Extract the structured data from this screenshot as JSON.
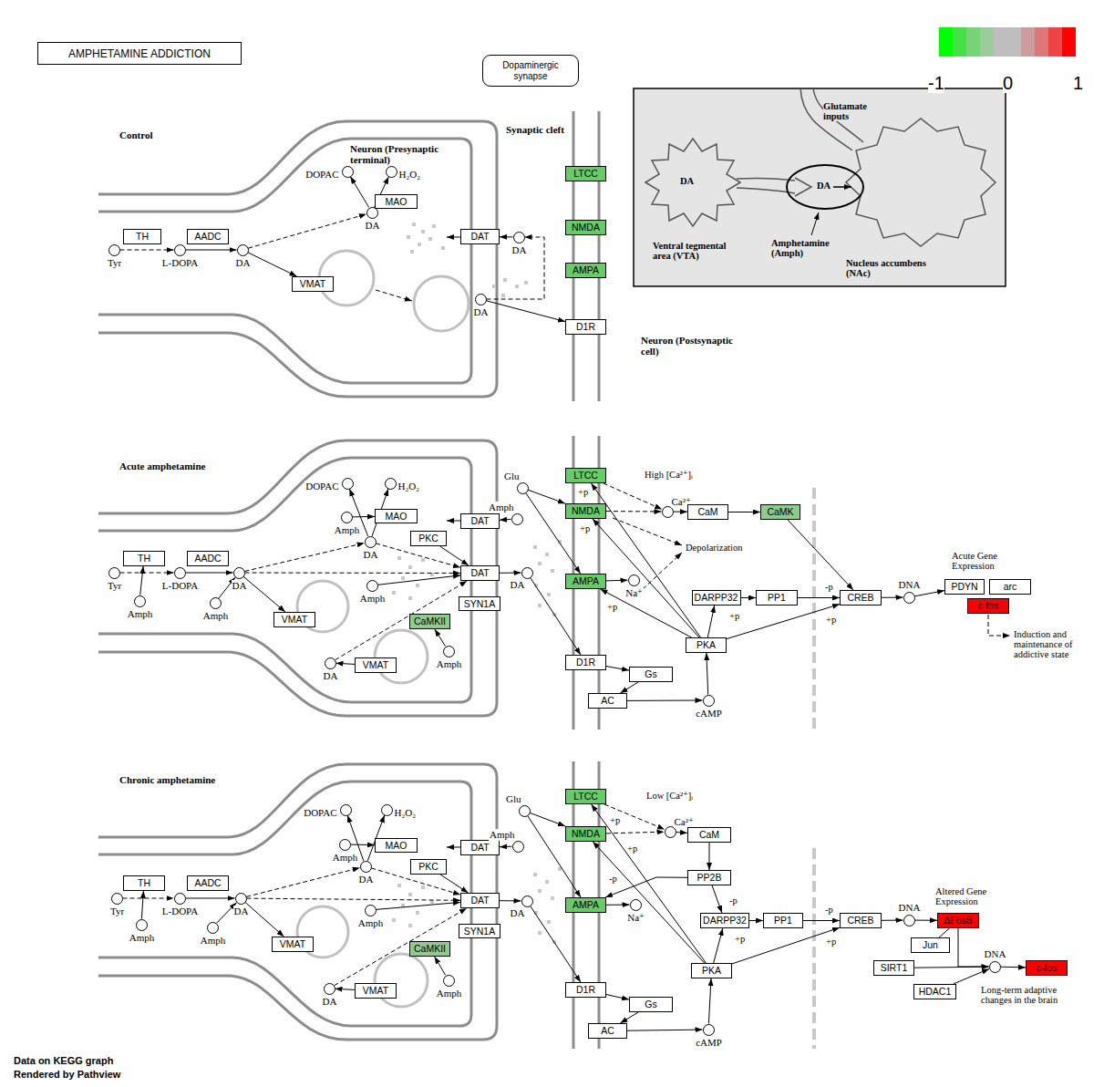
{
  "diagram": {
    "title": "AMPHETAMINE ADDICTION",
    "nodes": [
      {
        "text": [
          "Dopaminergic synapse"
        ]
      },
      {
        "text": [
          "Tyr"
        ]
      },
      {
        "text": [
          "L-DOPA"
        ]
      },
      {
        "text": [
          "DA"
        ]
      },
      {
        "text": [
          "TH"
        ]
      },
      {
        "text": [
          "AADC"
        ]
      },
      {
        "text": [
          "DOPAC"
        ]
      },
      {
        "text": [
          "H₂O₂"
        ]
      },
      {
        "text": [
          "MAO"
        ]
      },
      {
        "text": [
          "DA"
        ]
      },
      {
        "text": [
          "VMAT"
        ]
      },
      {
        "text": [
          "DAT"
        ]
      },
      {
        "text": [
          "DA"
        ]
      },
      {
        "text": [
          "DA"
        ]
      },
      {
        "text": [
          "LTCC"
        ]
      },
      {
        "text": [
          "NMDA"
        ]
      },
      {
        "text": [
          "AMPA"
        ]
      },
      {
        "text": [
          "D1R"
        ]
      },
      {
        "text": [
          "TH"
        ]
      },
      {
        "text": [
          "AADC"
        ]
      },
      {
        "text": [
          "Tyr"
        ]
      },
      {
        "text": [
          "L-DOPA"
        ]
      },
      {
        "text": [
          "DA"
        ]
      },
      {
        "text": [
          "Amph"
        ]
      },
      {
        "text": [
          "Amph"
        ]
      },
      {
        "text": [
          "DOPAC"
        ]
      },
      {
        "text": [
          "H₂O₂"
        ]
      },
      {
        "text": [
          "Amph"
        ]
      },
      {
        "text": [
          "MAO"
        ]
      },
      {
        "text": [
          "DA"
        ]
      },
      {
        "text": [
          "PKC"
        ]
      },
      {
        "text": [
          "DAT"
        ]
      },
      {
        "text": [
          "Amph"
        ]
      },
      {
        "text": [
          "DAT"
        ]
      },
      {
        "text": [
          "DA"
        ]
      },
      {
        "text": [
          "SYN1A"
        ]
      },
      {
        "text": [
          "CaMKII"
        ]
      },
      {
        "text": [
          "Amph"
        ]
      },
      {
        "text": [
          "Amph"
        ]
      },
      {
        "text": [
          "VMAT"
        ]
      },
      {
        "text": [
          "VMAT"
        ]
      },
      {
        "text": [
          "DA"
        ]
      },
      {
        "text": [
          "Glu"
        ]
      },
      {
        "text": [
          "LTCC"
        ]
      },
      {
        "text": [
          "NMDA"
        ]
      },
      {
        "text": [
          "AMPA"
        ]
      },
      {
        "text": [
          "D1R"
        ]
      },
      {
        "text": [
          "Ca²⁺"
        ]
      },
      {
        "text": [
          "CaM"
        ]
      },
      {
        "text": [
          "CaMK"
        ]
      },
      {
        "text": [
          "Na⁺"
        ]
      },
      {
        "text": [
          "DARPP32"
        ]
      },
      {
        "text": [
          "PP1"
        ]
      },
      {
        "text": [
          "PKA"
        ]
      },
      {
        "text": [
          "Gs"
        ]
      },
      {
        "text": [
          "AC"
        ]
      },
      {
        "text": [
          "cAMP"
        ]
      },
      {
        "text": [
          "CREB"
        ]
      },
      {
        "text": [
          "DNA"
        ]
      },
      {
        "text": [
          "PDYN"
        ]
      },
      {
        "text": [
          "arc"
        ]
      },
      {
        "text": [
          "c-fos"
        ]
      },
      {
        "text": [
          "TH"
        ]
      },
      {
        "text": [
          "AADC"
        ]
      },
      {
        "text": [
          "Tyr"
        ]
      },
      {
        "text": [
          "L-DOPA"
        ]
      },
      {
        "text": [
          "DA"
        ]
      },
      {
        "text": [
          "Amph"
        ]
      },
      {
        "text": [
          "Amph"
        ]
      },
      {
        "text": [
          "DOPAC"
        ]
      },
      {
        "text": [
          "H₂O₂"
        ]
      },
      {
        "text": [
          "Amph"
        ]
      },
      {
        "text": [
          "MAO"
        ]
      },
      {
        "text": [
          "DA"
        ]
      },
      {
        "text": [
          "PKC"
        ]
      },
      {
        "text": [
          "DAT"
        ]
      },
      {
        "text": [
          "Amph"
        ]
      },
      {
        "text": [
          "DAT"
        ]
      },
      {
        "text": [
          "DA"
        ]
      },
      {
        "text": [
          "SYN1A"
        ]
      },
      {
        "text": [
          "CaMKII"
        ]
      },
      {
        "text": [
          "Amph"
        ]
      },
      {
        "text": [
          "Amph"
        ]
      },
      {
        "text": [
          "VMAT"
        ]
      },
      {
        "text": [
          "VMAT"
        ]
      },
      {
        "text": [
          "DA"
        ]
      },
      {
        "text": [
          "Glu"
        ]
      },
      {
        "text": [
          "LTCC"
        ]
      },
      {
        "text": [
          "NMDA"
        ]
      },
      {
        "text": [
          "AMPA"
        ]
      },
      {
        "text": [
          "D1R"
        ]
      },
      {
        "text": [
          "Ca²⁺"
        ]
      },
      {
        "text": [
          "CaM"
        ]
      },
      {
        "text": [
          "PP2B"
        ]
      },
      {
        "text": [
          "Na⁺"
        ]
      },
      {
        "text": [
          "DARPP32"
        ]
      },
      {
        "text": [
          "PP1"
        ]
      },
      {
        "text": [
          "PKA"
        ]
      },
      {
        "text": [
          "Gs"
        ]
      },
      {
        "text": [
          "AC"
        ]
      },
      {
        "text": [
          "cAMP"
        ]
      },
      {
        "text": [
          "CREB"
        ]
      },
      {
        "text": [
          "DNA"
        ]
      },
      {
        "text": [
          "ΔFosB"
        ]
      },
      {
        "text": [
          "Jun"
        ]
      },
      {
        "text": [
          "SIRT1"
        ]
      },
      {
        "text": [
          "HDAC1"
        ]
      },
      {
        "text": [
          "DNA"
        ]
      },
      {
        "text": [
          "c-fos"
        ]
      }
    ],
    "edges": [
      {
        "from": 1,
        "to": 2,
        "arrow": "to"
      },
      {
        "from": 2,
        "to": 3,
        "arrow": "to"
      },
      {
        "from": 3,
        "to": 9,
        "arrow": "to"
      },
      {
        "from": 3,
        "to": 10,
        "arrow": "to"
      },
      {
        "from": 9,
        "to": 6,
        "arrow": "to"
      },
      {
        "from": 9,
        "to": 7,
        "arrow": "to"
      },
      {
        "from": 12,
        "to": 11,
        "arrow": "to"
      },
      {
        "from": 13,
        "to": 12,
        "arrow": "to"
      },
      {
        "from": 13,
        "to": 17,
        "arrow": "to"
      },
      {
        "from": 20,
        "to": 21,
        "arrow": "to"
      },
      {
        "from": 21,
        "to": 22,
        "arrow": "to"
      },
      {
        "from": 23,
        "to": 18,
        "arrow": "to"
      },
      {
        "from": 24,
        "to": 22,
        "arrow": "to"
      },
      {
        "from": 22,
        "to": 29,
        "arrow": "to"
      },
      {
        "from": 22,
        "to": 39,
        "arrow": "to"
      },
      {
        "from": 22,
        "to": 33,
        "arrow": "to"
      },
      {
        "from": 29,
        "to": 25,
        "arrow": "to"
      },
      {
        "from": 29,
        "to": 26,
        "arrow": "to"
      },
      {
        "from": 27,
        "to": 28,
        "arrow": "to"
      },
      {
        "from": 29,
        "to": 33,
        "arrow": "to"
      },
      {
        "from": 30,
        "to": 33,
        "arrow": "to"
      },
      {
        "from": 37,
        "to": 33,
        "arrow": "to"
      },
      {
        "from": 38,
        "to": 36,
        "arrow": "to"
      },
      {
        "from": 40,
        "to": 41,
        "arrow": "to"
      },
      {
        "from": 41,
        "to": 33,
        "arrow": "to"
      },
      {
        "from": 32,
        "to": 31,
        "arrow": "to"
      },
      {
        "from": 33,
        "to": 34,
        "arrow": "to"
      },
      {
        "from": 42,
        "to": 44,
        "arrow": "to"
      },
      {
        "from": 42,
        "to": 45,
        "arrow": "to"
      },
      {
        "from": 34,
        "to": 46,
        "arrow": "to"
      },
      {
        "from": 43,
        "to": 47,
        "arrow": "to"
      },
      {
        "from": 44,
        "to": 47,
        "arrow": "to"
      },
      {
        "from": 47,
        "to": 48,
        "arrow": "to"
      },
      {
        "from": 48,
        "to": 49,
        "arrow": "to"
      },
      {
        "from": 49,
        "to": 57,
        "arrow": "to"
      },
      {
        "from": 45,
        "to": 50,
        "arrow": "to"
      },
      {
        "from": 46,
        "to": 54,
        "arrow": "to"
      },
      {
        "from": 54,
        "to": 55,
        "arrow": "to"
      },
      {
        "from": 55,
        "to": 56,
        "arrow": "to"
      },
      {
        "from": 56,
        "to": 53,
        "arrow": "to"
      },
      {
        "from": 53,
        "to": 43,
        "arrow": "to"
      },
      {
        "from": 53,
        "to": 44,
        "arrow": "to"
      },
      {
        "from": 53,
        "to": 45,
        "arrow": "to"
      },
      {
        "from": 53,
        "to": 51,
        "arrow": "to"
      },
      {
        "from": 51,
        "to": 52,
        "arrow": "to"
      },
      {
        "from": 52,
        "to": 57,
        "arrow": "to"
      },
      {
        "from": 53,
        "to": 57,
        "arrow": "to"
      },
      {
        "from": 57,
        "to": 58,
        "arrow": "to"
      },
      {
        "from": 58,
        "to": 59,
        "arrow": "to"
      },
      {
        "from": 64,
        "to": 65,
        "arrow": "to"
      },
      {
        "from": 65,
        "to": 66,
        "arrow": "to"
      },
      {
        "from": 67,
        "to": 62,
        "arrow": "to"
      },
      {
        "from": 68,
        "to": 66,
        "arrow": "to"
      },
      {
        "from": 66,
        "to": 73,
        "arrow": "to"
      },
      {
        "from": 66,
        "to": 83,
        "arrow": "to"
      },
      {
        "from": 66,
        "to": 77,
        "arrow": "to"
      },
      {
        "from": 73,
        "to": 69,
        "arrow": "to"
      },
      {
        "from": 73,
        "to": 70,
        "arrow": "to"
      },
      {
        "from": 71,
        "to": 72,
        "arrow": "to"
      },
      {
        "from": 73,
        "to": 77,
        "arrow": "to"
      },
      {
        "from": 74,
        "to": 77,
        "arrow": "to"
      },
      {
        "from": 81,
        "to": 77,
        "arrow": "to"
      },
      {
        "from": 82,
        "to": 80,
        "arrow": "to"
      },
      {
        "from": 84,
        "to": 85,
        "arrow": "to"
      },
      {
        "from": 85,
        "to": 77,
        "arrow": "to"
      },
      {
        "from": 76,
        "to": 75,
        "arrow": "to"
      },
      {
        "from": 77,
        "to": 78,
        "arrow": "to"
      },
      {
        "from": 86,
        "to": 88,
        "arrow": "to"
      },
      {
        "from": 86,
        "to": 89,
        "arrow": "to"
      },
      {
        "from": 78,
        "to": 90,
        "arrow": "to"
      },
      {
        "from": 87,
        "to": 91,
        "arrow": "to"
      },
      {
        "from": 88,
        "to": 91,
        "arrow": "to"
      },
      {
        "from": 91,
        "to": 92,
        "arrow": "to"
      },
      {
        "from": 92,
        "to": 93,
        "arrow": "to"
      },
      {
        "from": 93,
        "to": 95,
        "arrow": "to"
      },
      {
        "from": 93,
        "to": 89,
        "arrow": "to"
      },
      {
        "from": 89,
        "to": 94,
        "arrow": "to"
      },
      {
        "from": 90,
        "to": 98,
        "arrow": "to"
      },
      {
        "from": 98,
        "to": 99,
        "arrow": "to"
      },
      {
        "from": 99,
        "to": 100,
        "arrow": "to"
      },
      {
        "from": 100,
        "to": 97,
        "arrow": "to"
      },
      {
        "from": 97,
        "to": 87,
        "arrow": "to"
      },
      {
        "from": 97,
        "to": 88,
        "arrow": "to"
      },
      {
        "from": 97,
        "to": 95,
        "arrow": "to"
      },
      {
        "from": 95,
        "to": 96,
        "arrow": "to"
      },
      {
        "from": 96,
        "to": 101,
        "arrow": "to"
      },
      {
        "from": 97,
        "to": 101,
        "arrow": "to"
      },
      {
        "from": 101,
        "to": 102,
        "arrow": "to"
      },
      {
        "from": 102,
        "to": 103,
        "arrow": "to"
      },
      {
        "from": 103,
        "to": 104,
        "arrow": "none"
      },
      {
        "from": 103,
        "to": 107,
        "arrow": "to"
      },
      {
        "from": 105,
        "to": 107,
        "arrow": "to"
      },
      {
        "from": 106,
        "to": 107,
        "arrow": "to"
      },
      {
        "from": 107,
        "to": 108,
        "arrow": "to"
      }
    ],
    "labels": [
      "Control",
      "Neuron (Presynaptic terminal)",
      "Synaptic cleft",
      "Glutamate inputs",
      "DA",
      "DA",
      "Ventral tegmental area (VTA)",
      "Amphetamine (Amph)",
      "Nucleus accumbens (NAc)",
      "Neuron (Postsynaptic cell)",
      "Acute amphetamine",
      "High [Ca²⁺]ᵢ",
      "Depolarization",
      "+p",
      "+p",
      "+p",
      "+p",
      "-p",
      "+p",
      "Acute Gene Expression",
      "Induction and maintenance of addictive state",
      "Chronic amphetamine",
      "Low [Ca²⁺]ᵢ",
      "+p",
      "+p",
      "-p",
      "-p",
      "+p",
      "-p",
      "+p",
      "Altered Gene Expression",
      "Long-term adaptive changes in the brain",
      "Data on KEGG graph",
      "Rendered by Pathview"
    ],
    "legend": [
      {
        "text": "-1",
        "color": "#00ff00"
      },
      {
        "text": "0",
        "color": "#bebebe"
      },
      {
        "text": "1",
        "color": "#ff0000"
      }
    ]
  }
}
